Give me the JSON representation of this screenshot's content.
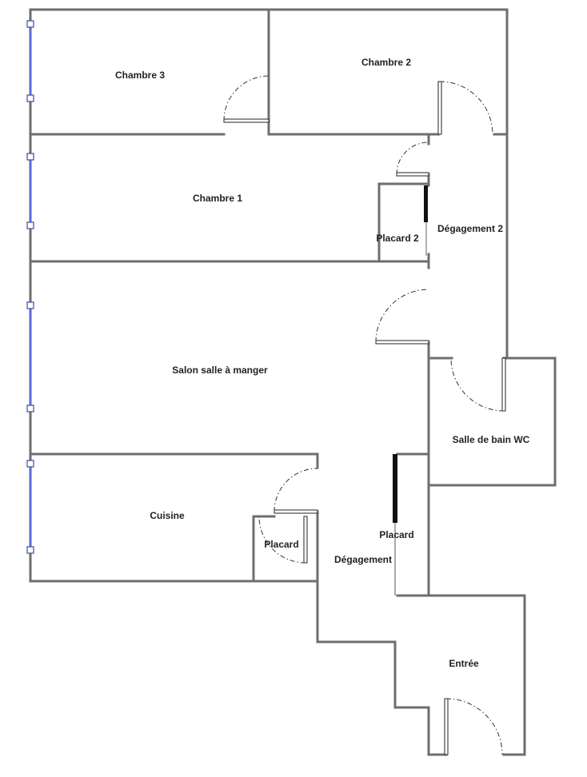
{
  "plan": {
    "rooms": {
      "chambre3": "Chambre 3",
      "chambre2": "Chambre 2",
      "chambre1": "Chambre 1",
      "placard2": "Placard 2",
      "degagement2": "Dégagement 2",
      "salon": "Salon salle à manger",
      "salle_de_bain": "Salle de bain WC",
      "cuisine": "Cuisine",
      "placard_cuisine": "Placard",
      "placard_degagement": "Placard",
      "degagement": "Dégagement",
      "entree": "Entrée"
    },
    "colors": {
      "wall": "#6e6e6e",
      "window": "#5a6ad8",
      "door_leaf_solid": "#111111"
    }
  }
}
